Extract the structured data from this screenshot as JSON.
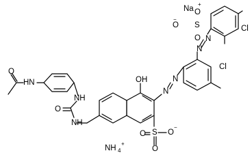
{
  "image": {
    "type": "chemical-structure",
    "background": "#ffffff",
    "ink_color": "#000000"
  },
  "labels": {
    "na_plus": "Na",
    "na_charge": "+",
    "sulfonate_top_o_minus": "O",
    "minus": "−",
    "s_top": "S",
    "o": "O",
    "cl_right": "Cl",
    "cl_left": "Cl",
    "n": "N",
    "oh": "OH",
    "hn": "HN",
    "nh": "NH",
    "s_bottom": "S",
    "nh4": "NH",
    "nh4_sub": "4",
    "nh4_charge": "+"
  }
}
